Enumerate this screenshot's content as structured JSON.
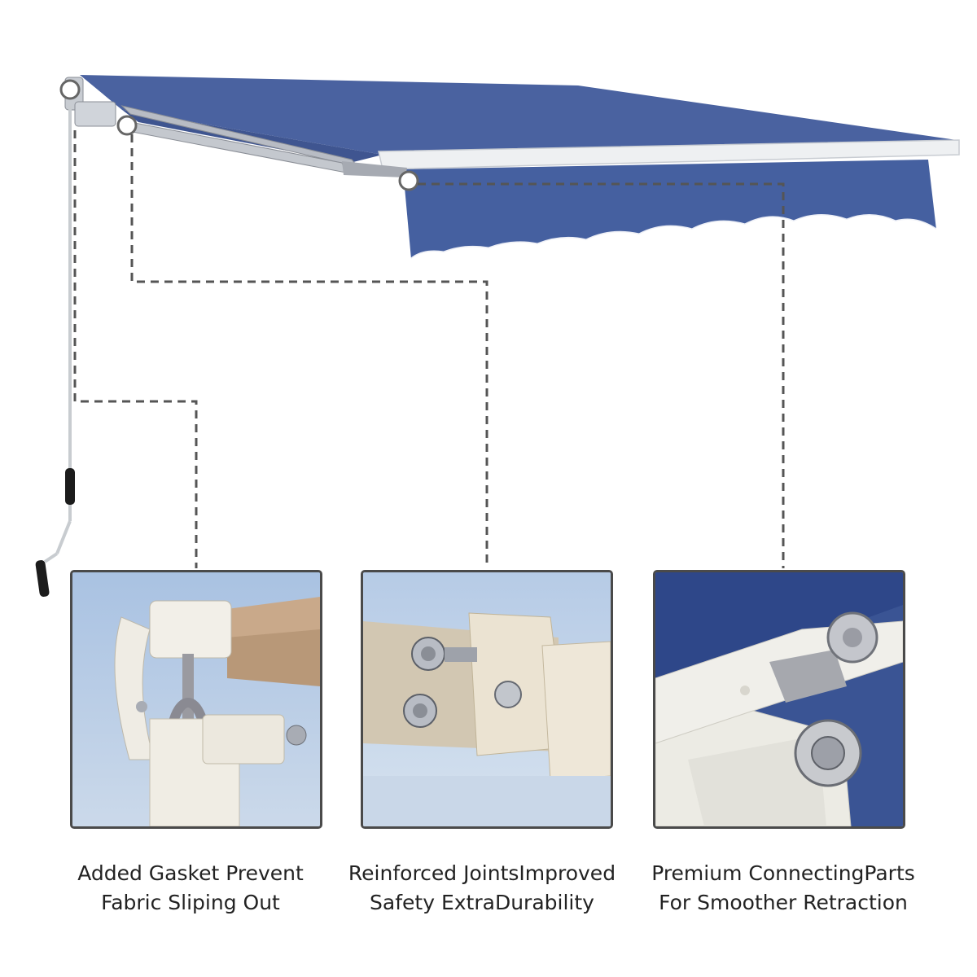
{
  "colors": {
    "canopy": "#4a62a0",
    "valance": "#4560a0",
    "frame": "#d8d8dc",
    "dashed_line": "#555555",
    "panel_border": "#4a4a4a",
    "caption_text": "#222222"
  },
  "features": [
    {
      "line1": "Added Gasket Prevent",
      "line2": "Fabric Sliping Out",
      "image_name": "gasket-closeup"
    },
    {
      "line1": "Reinforced JointsImproved",
      "line2": "Safety ExtraDurability",
      "image_name": "joint-closeup"
    },
    {
      "line1": "Premium ConnectingParts",
      "line2": "For Smoother Retraction",
      "image_name": "connector-closeup"
    }
  ]
}
